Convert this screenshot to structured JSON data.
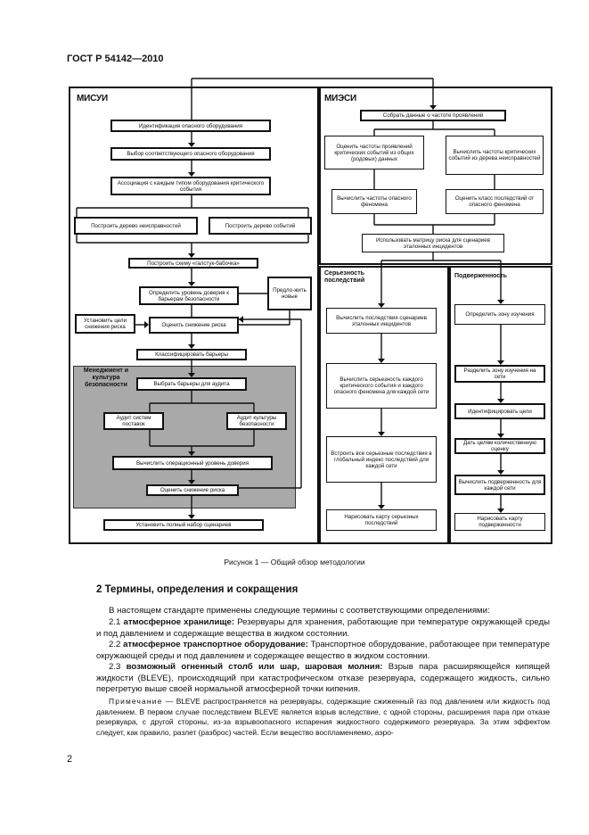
{
  "header": {
    "doc_id": "ГОСТ Р 54142—2010"
  },
  "figure": {
    "left_panel": {
      "title": "МИСУИ",
      "boxes": {
        "identify": "Идентификация опасного оборудования",
        "select": "Выбор соответствующего опасного оборудования",
        "assoc": "Ассоциация с каждым типом оборудования критического события",
        "fault_tree": "Построить дерево неисправностей",
        "event_tree": "Построить дерево событий",
        "bowtie": "Построить схему «галстук-бабочка»",
        "confidence": "Определить уровень доверия к барьерам безопасности",
        "propose": "Предло-жить новые",
        "set_goals": "Установить цели снижения риска",
        "assess": "Оценить снижение риска",
        "classify": "Классифицировать барьеры",
        "choose_audit": "Выбрать барьеры для аудита",
        "audit_sys": "Аудит систем поставок",
        "audit_cult": "Аудит культуры безопасности",
        "calc_conf": "Вычислить операционный уровень доверия",
        "assess2": "Оценить снижение риска",
        "full_set": "Установить полный набор сценариев"
      },
      "mgmt_title": "Менеджмент и культура безопасности"
    },
    "right_panel": {
      "title": "МИЭСИ",
      "boxes": {
        "collect": "Собрать данные о частоте проявлений",
        "est_freq": "Оценить частоты проявлений критических событий из общих (родовых) данных",
        "calc_freq": "Вычислить частоты критических событий из дерева неисправностей",
        "calc_hazard": "Вычислить частоты опасного феномена",
        "est_class": "Оценить класс последствий от опасного феномена",
        "matrix": "Использовать матрицу риска для сценариев эталонных инцидентов"
      },
      "severity": {
        "title": "Серьезность последствий",
        "boxes": {
          "calc_conseq": "Вычислить последствия сценариев эталонных инцидентов",
          "calc_sev": "Вычислить серьезность каждого критического события и каждого опасного феномена для каждой сети",
          "index": "Встроить все серьезные последствия в глобальный индекс последствий для каждой сети",
          "map": "Нарисовать карту серьезных последствий"
        }
      },
      "vulnerability": {
        "title": "Подверженность",
        "boxes": {
          "zone": "Определить зону изучения",
          "divide": "Разделить зону изучения на сети",
          "targets": "Идентифицировать цели",
          "quant": "Дать целям количественную оценку",
          "calc_vul": "Вычислить подверженность для каждой сети",
          "map": "Нарисовать карту подверженности"
        }
      }
    },
    "caption": "Рисунок 1 — Общий обзор методологии"
  },
  "section": {
    "heading": "2  Термины, определения и сокращения",
    "intro": "В настоящем стандарте применены следующие термины с соответствующими определениями:",
    "terms": [
      {
        "num": "2.1",
        "term": "атмосферное хранилище:",
        "def": "Резервуары для хранения, работающие при температуре окружающей среды и под давлением и содержащие вещества в жидком состоянии."
      },
      {
        "num": "2.2",
        "term": "атмосферное транспортное оборудование:",
        "def": "Транспортное оборудование, работающее при температуре окружающей среды и под давлением и содержащее вещество в жидком состоянии."
      },
      {
        "num": "2.3",
        "term": "возможный огненный столб или шар, шаровая молния:",
        "def": "Взрыв пара расширяющейся кипящей жидкости (BLEVE), происходящий при катастрофическом отказе резервуара, содержащего жидкость, сильно перегретую выше своей нормальной атмосферной точки кипения."
      }
    ],
    "note_label": "Примечание",
    "note_text": " — BLEVE распространяется на резервуары, содержащие сжиженный газ под давлением или жидкость под давлением. В первом случае последствием BLEVE является взрыв вследствие, с одной стороны, расширения пара при отказе резервуара, с другой стороны, из-за взрывоопасного испарения жидкостного содержимого резервуара. За этим эффектом следует, как правило, разлет (разброс) частей. Если вещество воспламеняемо, аэро-"
  },
  "page_number": "2"
}
